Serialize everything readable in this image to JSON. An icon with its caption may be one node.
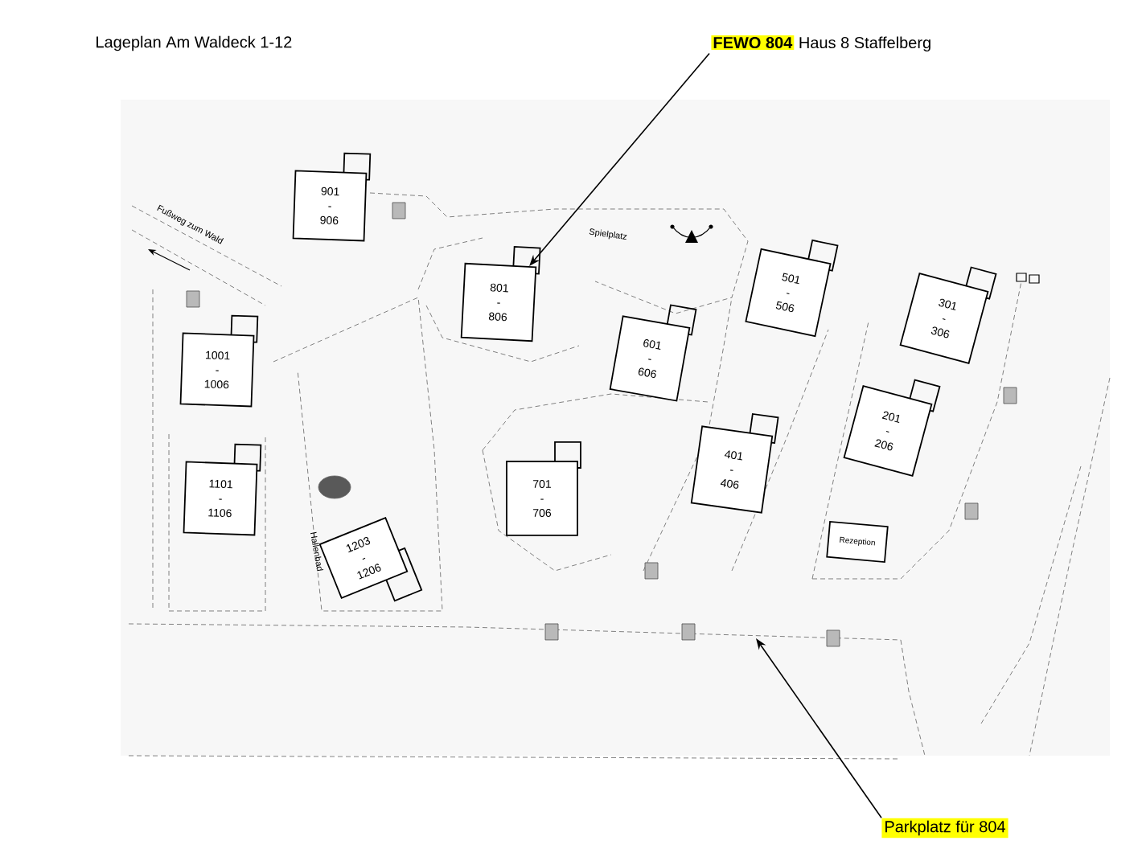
{
  "diagram": {
    "title": "Lageplan Am Waldeck 1-12",
    "nodes": [
      {
        "text": [
          "FEWO 804",
          "Haus 8 Staffelberg"
        ]
      },
      {
        "text": [
          "901 - 906"
        ]
      },
      {
        "text": [
          "801 - 806"
        ]
      },
      {
        "text": [
          "501 - 506"
        ]
      },
      {
        "text": [
          "301 - 306"
        ]
      },
      {
        "text": [
          "1001 - 1006"
        ]
      },
      {
        "text": [
          "601 - 606"
        ]
      },
      {
        "text": [
          "201 - 206"
        ]
      },
      {
        "text": [
          "1101 - 1106"
        ]
      },
      {
        "text": [
          "701 - 706"
        ]
      },
      {
        "text": [
          "401 - 406"
        ]
      },
      {
        "text": [
          "1203 - 1206"
        ]
      },
      {
        "text": [
          "Rezeption"
        ]
      },
      {
        "text": [
          "Parkplatz für 804"
        ]
      }
    ],
    "edges": [
      {
        "from": 0,
        "to": 2,
        "arrow": "to"
      },
      {
        "from": 13,
        "to": null,
        "arrow": "to"
      }
    ],
    "labels": [
      "Fußweg zum Wald",
      "Spielplatz",
      "Hallenbad"
    ]
  }
}
